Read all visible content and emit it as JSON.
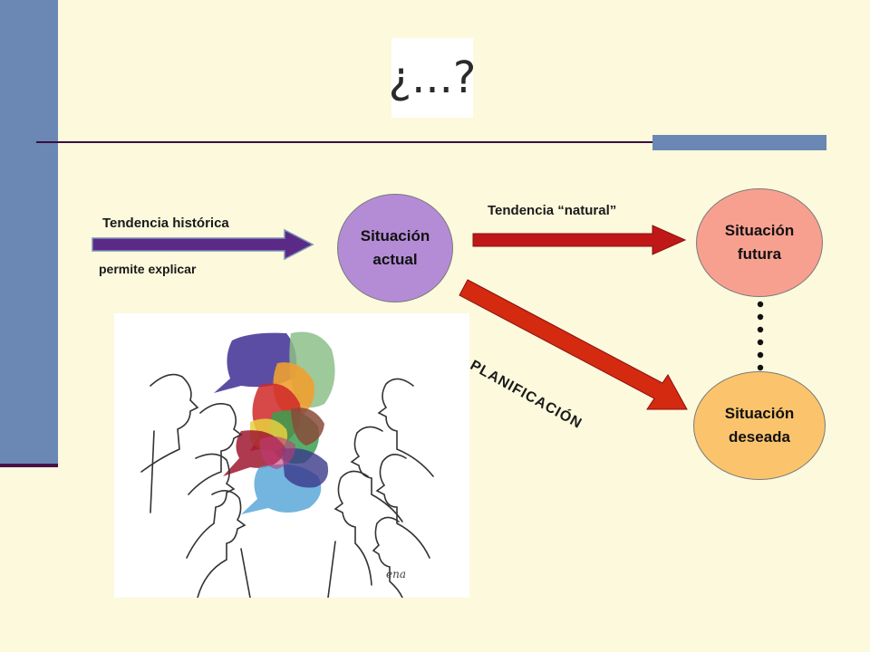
{
  "slide": {
    "question_mark": "¿...?",
    "labels": {
      "tendencia_historica": "Tendencia histórica",
      "permite_explicar": "permite explicar",
      "tendencia_natural": "Tendencia “natural”",
      "planificacion": "PLANIFICACIÓN"
    },
    "nodes": {
      "actual": "Situación\nactual",
      "futura": "Situación\nfutura",
      "deseada": "Situación\ndeseada"
    }
  },
  "colors": {
    "background": "#fcf9dc",
    "accent_blue": "#6b88b5",
    "arrow_purple": "#5b2a86",
    "arrow_red": "#c01818",
    "node_actual": "#b48cd6",
    "node_futura": "#f8a090",
    "node_deseada": "#fbc46c"
  },
  "illustration": {
    "signature": "ena"
  }
}
